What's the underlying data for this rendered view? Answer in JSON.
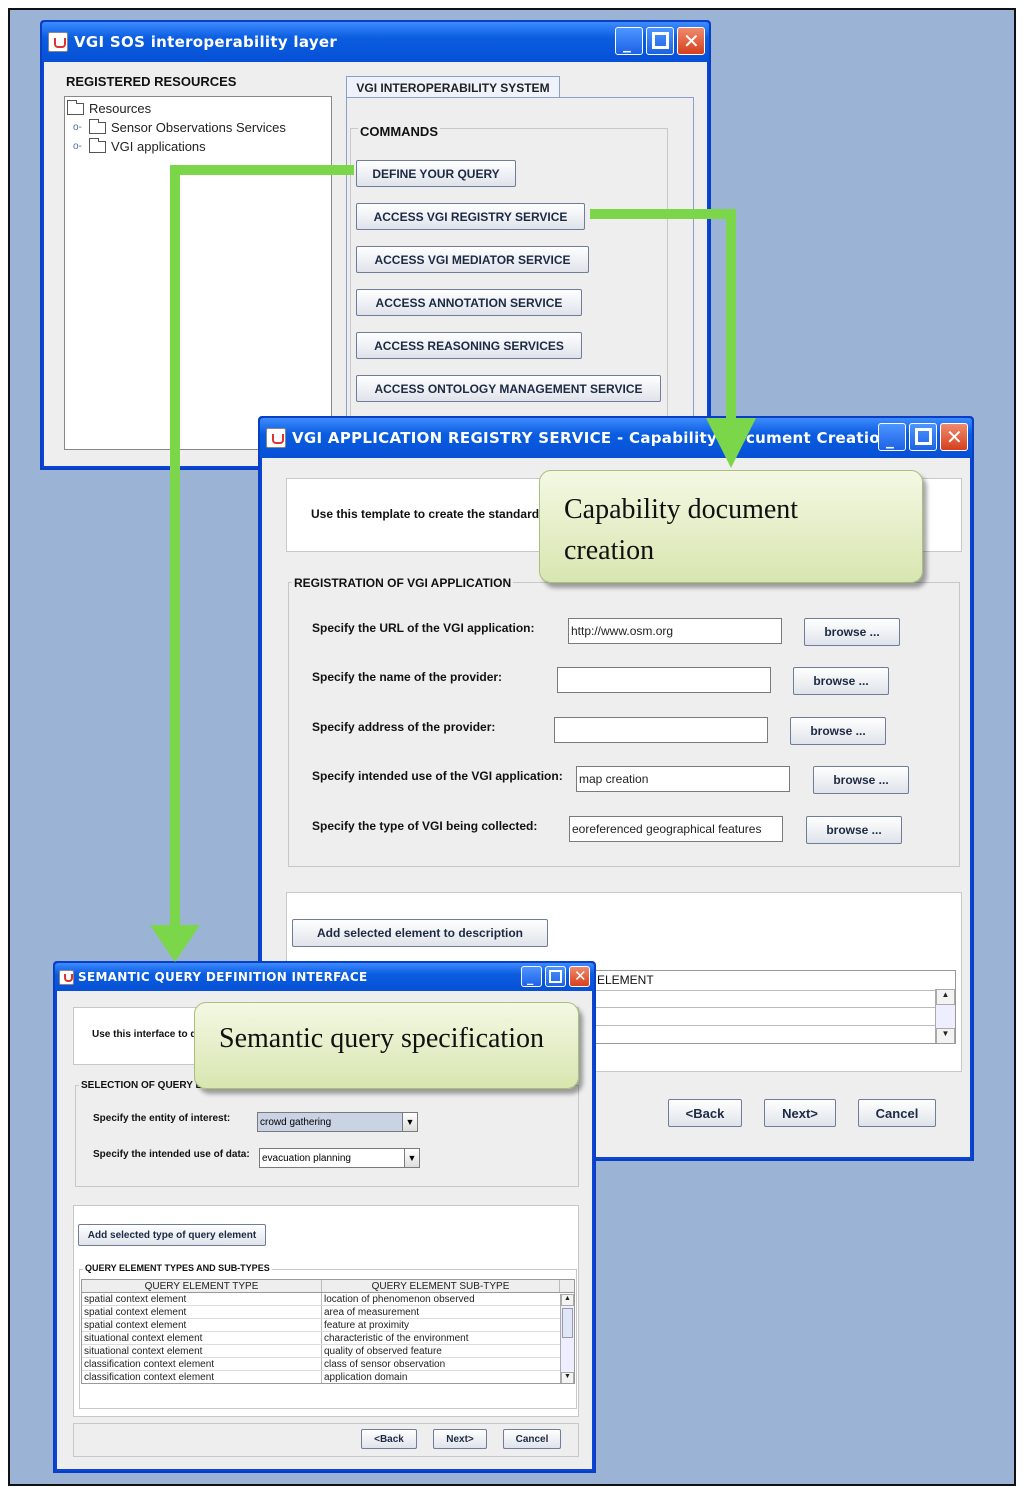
{
  "colors": {
    "background": "#9bb4d6",
    "titlebar": "#0650d6",
    "arrow": "#7bd64a",
    "callout": "#e2edc4"
  },
  "main_window": {
    "title": "VGI SOS interoperability layer",
    "resources_header": "REGISTERED RESOURCES",
    "tree": {
      "root": "Resources",
      "children": [
        "Sensor Observations Services",
        "VGI applications"
      ]
    },
    "tab_label": "VGI INTEROPERABILITY SYSTEM",
    "commands_header": "COMMANDS",
    "buttons": [
      "DEFINE YOUR QUERY",
      "ACCESS VGI REGISTRY SERVICE",
      "ACCESS VGI MEDIATOR SERVICE",
      "ACCESS ANNOTATION SERVICE",
      "ACCESS REASONING SERVICES",
      "ACCESS ONTOLOGY MANAGEMENT SERVICE"
    ]
  },
  "registry_window": {
    "title": "VGI APPLICATION REGISTRY SERVICE - Capability Document Creation",
    "intro": "Use this template to create the standard capabilities",
    "section_header": "REGISTRATION OF VGI APPLICATION",
    "fields": [
      {
        "label": "Specify the URL of the VGI application:",
        "value": "http://www.osm.org",
        "browse": "browse ..."
      },
      {
        "label": "Specify the name of the provider:",
        "value": "",
        "browse": "browse ..."
      },
      {
        "label": "Specify address of the provider:",
        "value": "",
        "browse": "browse ..."
      },
      {
        "label": "Specify intended use of the VGI application:",
        "value": "map creation",
        "browse": "browse ..."
      },
      {
        "label": "Specify the type of VGI being collected:",
        "value": "eoreferenced geographical features",
        "browse": "browse ..."
      }
    ],
    "add_button": "Add selected element to description",
    "table_header": "ELEMENT",
    "nav": {
      "back": "<Back",
      "next": "Next>",
      "cancel": "Cancel"
    }
  },
  "query_window": {
    "title": "SEMANTIC QUERY DEFINITION INTERFACE",
    "intro": "Use this interface to define your query",
    "section_header": "SELECTION OF QUERY ELEMENTS",
    "entity_label": "Specify the entity of interest:",
    "entity_value": "crowd gathering",
    "use_label": "Specify the intended use of data:",
    "use_value": "evacuation planning",
    "add_button": "Add selected type of query element",
    "table_group": "QUERY ELEMENT TYPES AND SUB-TYPES",
    "columns": [
      "QUERY ELEMENT TYPE",
      "QUERY ELEMENT SUB-TYPE"
    ],
    "rows": [
      [
        "spatial context element",
        "location of phenomenon observed"
      ],
      [
        "spatial context element",
        "area of measurement"
      ],
      [
        "spatial context element",
        "feature at proximity"
      ],
      [
        "situational context element",
        "characteristic of the environment"
      ],
      [
        "situational context element",
        "quality of observed feature"
      ],
      [
        "classification context element",
        "class of sensor observation"
      ],
      [
        "classification context element",
        "application domain"
      ]
    ],
    "nav": {
      "back": "<Back",
      "next": "Next>",
      "cancel": "Cancel"
    }
  },
  "callouts": {
    "capability": "Capability document creation",
    "semantic": "Semantic query specification"
  }
}
